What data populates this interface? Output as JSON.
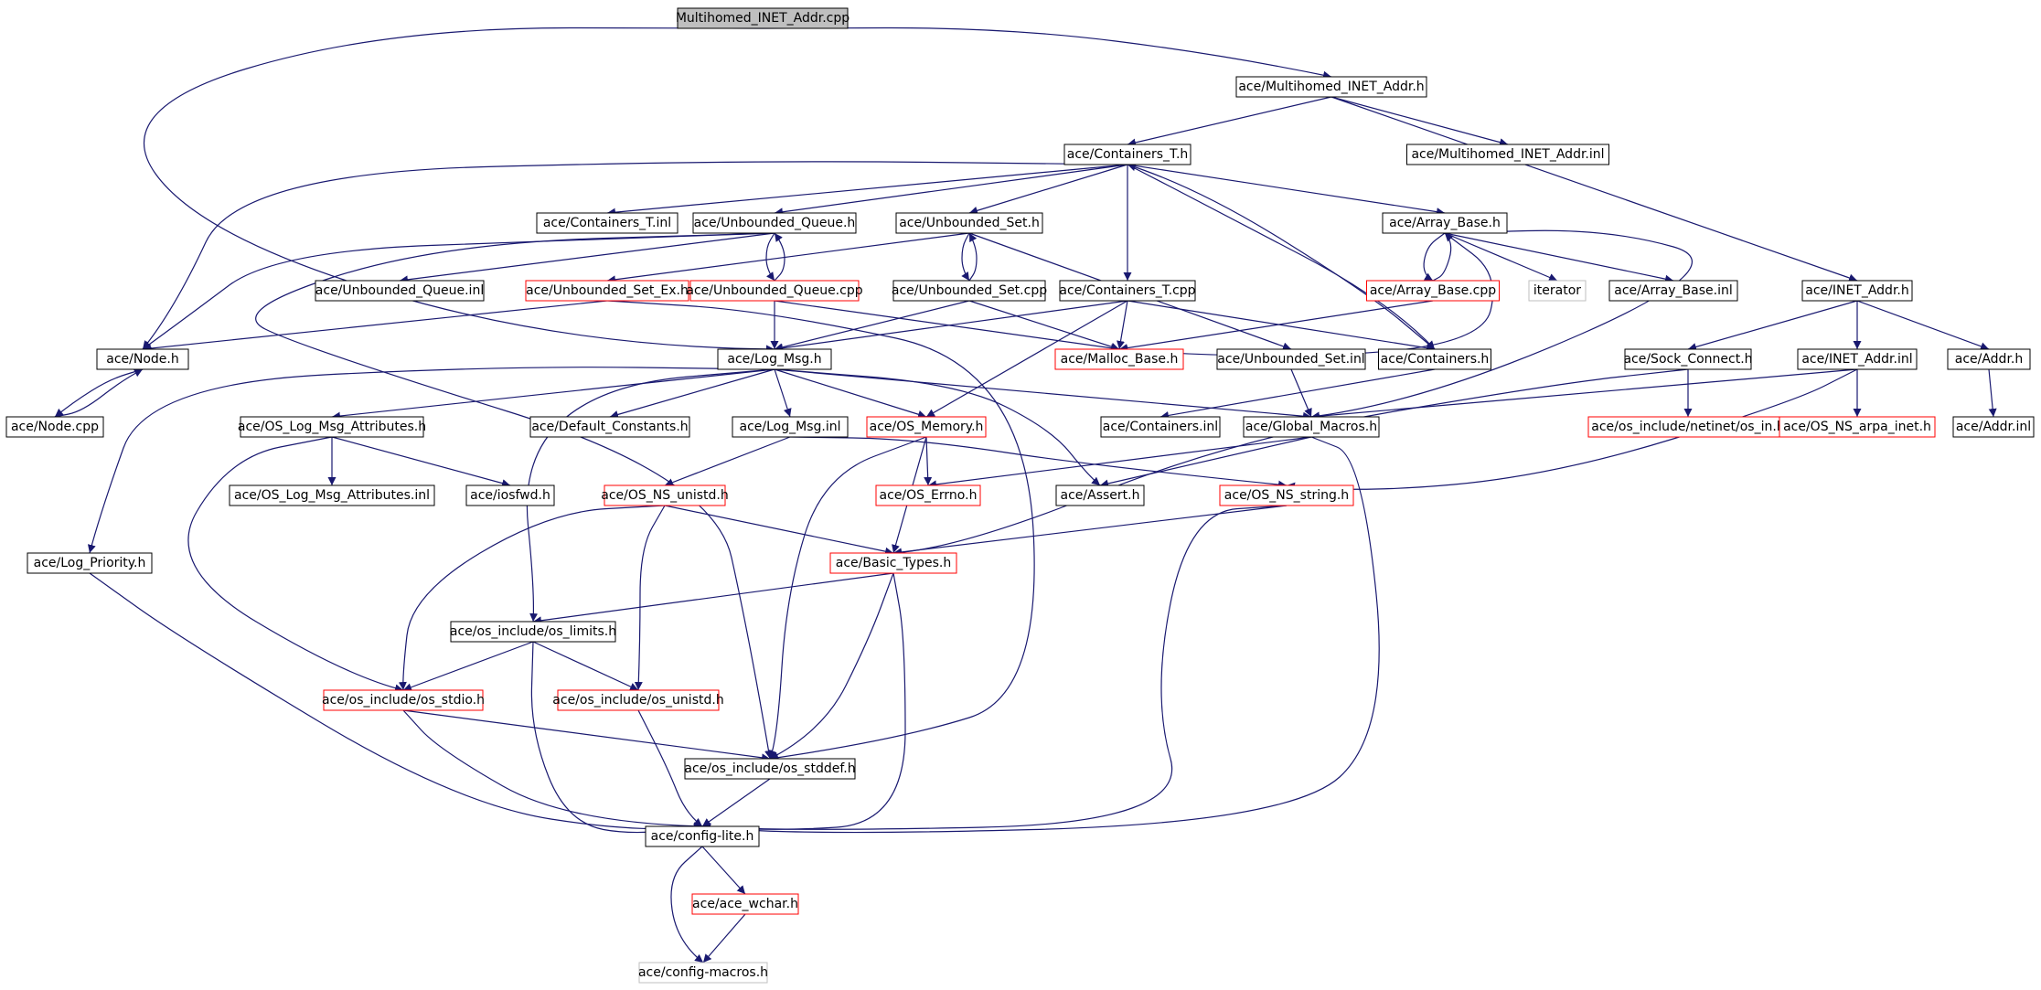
{
  "colors": {
    "edge": "#191970",
    "border_normal": "#000000",
    "border_incomplete": "#ff0000",
    "border_external": "#bfbfbf",
    "root_fill": "#bfbfbf",
    "node_fill": "#ffffff"
  },
  "nodes": [
    {
      "id": "multihomed_cpp",
      "label": "Multihomed_INET_Addr.cpp",
      "kind": "root"
    },
    {
      "id": "multihomed_h",
      "label": "ace/Multihomed_INET_Addr.h",
      "kind": "normal"
    },
    {
      "id": "containers_t_h",
      "label": "ace/Containers_T.h",
      "kind": "normal"
    },
    {
      "id": "multihomed_inl",
      "label": "ace/Multihomed_INET_Addr.inl",
      "kind": "normal"
    },
    {
      "id": "containers_t_inl",
      "label": "ace/Containers_T.inl",
      "kind": "normal"
    },
    {
      "id": "unbounded_queue_h",
      "label": "ace/Unbounded_Queue.h",
      "kind": "normal"
    },
    {
      "id": "unbounded_set_h",
      "label": "ace/Unbounded_Set.h",
      "kind": "normal"
    },
    {
      "id": "array_base_h",
      "label": "ace/Array_Base.h",
      "kind": "normal"
    },
    {
      "id": "unbounded_queue_inl",
      "label": "ace/Unbounded_Queue.inl",
      "kind": "normal"
    },
    {
      "id": "unbounded_set_ex_h",
      "label": "ace/Unbounded_Set_Ex.h",
      "kind": "incomplete"
    },
    {
      "id": "unbounded_queue_cpp",
      "label": "ace/Unbounded_Queue.cpp",
      "kind": "incomplete"
    },
    {
      "id": "unbounded_set_cpp",
      "label": "ace/Unbounded_Set.cpp",
      "kind": "normal"
    },
    {
      "id": "containers_t_cpp",
      "label": "ace/Containers_T.cpp",
      "kind": "normal"
    },
    {
      "id": "array_base_cpp",
      "label": "ace/Array_Base.cpp",
      "kind": "incomplete"
    },
    {
      "id": "iterator",
      "label": "iterator",
      "kind": "external"
    },
    {
      "id": "array_base_inl",
      "label": "ace/Array_Base.inl",
      "kind": "normal"
    },
    {
      "id": "inet_addr_h",
      "label": "ace/INET_Addr.h",
      "kind": "normal"
    },
    {
      "id": "node_h",
      "label": "ace/Node.h",
      "kind": "normal"
    },
    {
      "id": "log_msg_h",
      "label": "ace/Log_Msg.h",
      "kind": "normal"
    },
    {
      "id": "malloc_base_h",
      "label": "ace/Malloc_Base.h",
      "kind": "incomplete"
    },
    {
      "id": "unbounded_set_inl",
      "label": "ace/Unbounded_Set.inl",
      "kind": "normal"
    },
    {
      "id": "containers_h",
      "label": "ace/Containers.h",
      "kind": "normal"
    },
    {
      "id": "sock_connect_h",
      "label": "ace/Sock_Connect.h",
      "kind": "normal"
    },
    {
      "id": "inet_addr_inl",
      "label": "ace/INET_Addr.inl",
      "kind": "normal"
    },
    {
      "id": "addr_h",
      "label": "ace/Addr.h",
      "kind": "normal"
    },
    {
      "id": "node_cpp",
      "label": "ace/Node.cpp",
      "kind": "normal"
    },
    {
      "id": "os_log_msg_attr_h",
      "label": "ace/OS_Log_Msg_Attributes.h",
      "kind": "normal"
    },
    {
      "id": "default_constants_h",
      "label": "ace/Default_Constants.h",
      "kind": "normal"
    },
    {
      "id": "log_msg_inl",
      "label": "ace/Log_Msg.inl",
      "kind": "normal"
    },
    {
      "id": "os_memory_h",
      "label": "ace/OS_Memory.h",
      "kind": "incomplete"
    },
    {
      "id": "containers_inl",
      "label": "ace/Containers.inl",
      "kind": "normal"
    },
    {
      "id": "global_macros_h",
      "label": "ace/Global_Macros.h",
      "kind": "normal"
    },
    {
      "id": "os_in_h",
      "label": "ace/os_include/netinet/os_in.h",
      "kind": "incomplete"
    },
    {
      "id": "os_ns_arpa_inet_h",
      "label": "ace/OS_NS_arpa_inet.h",
      "kind": "incomplete"
    },
    {
      "id": "addr_inl",
      "label": "ace/Addr.inl",
      "kind": "normal"
    },
    {
      "id": "os_log_msg_attr_inl",
      "label": "ace/OS_Log_Msg_Attributes.inl",
      "kind": "normal"
    },
    {
      "id": "iosfwd_h",
      "label": "ace/iosfwd.h",
      "kind": "normal"
    },
    {
      "id": "os_ns_unistd_h",
      "label": "ace/OS_NS_unistd.h",
      "kind": "incomplete"
    },
    {
      "id": "os_errno_h",
      "label": "ace/OS_Errno.h",
      "kind": "incomplete"
    },
    {
      "id": "assert_h",
      "label": "ace/Assert.h",
      "kind": "normal"
    },
    {
      "id": "os_ns_string_h",
      "label": "ace/OS_NS_string.h",
      "kind": "incomplete"
    },
    {
      "id": "log_priority_h",
      "label": "ace/Log_Priority.h",
      "kind": "normal"
    },
    {
      "id": "basic_types_h",
      "label": "ace/Basic_Types.h",
      "kind": "incomplete"
    },
    {
      "id": "os_limits_h",
      "label": "ace/os_include/os_limits.h",
      "kind": "normal"
    },
    {
      "id": "os_stdio_h",
      "label": "ace/os_include/os_stdio.h",
      "kind": "incomplete"
    },
    {
      "id": "os_unistd_h",
      "label": "ace/os_include/os_unistd.h",
      "kind": "incomplete"
    },
    {
      "id": "os_stddef_h",
      "label": "ace/os_include/os_stddef.h",
      "kind": "normal"
    },
    {
      "id": "config_lite_h",
      "label": "ace/config-lite.h",
      "kind": "normal"
    },
    {
      "id": "ace_wchar_h",
      "label": "ace/ace_wchar.h",
      "kind": "incomplete"
    },
    {
      "id": "config_macros_h",
      "label": "ace/config-macros.h",
      "kind": "external"
    }
  ],
  "edges": [
    [
      "multihomed_cpp",
      "multihomed_h"
    ],
    [
      "multihomed_cpp",
      "log_msg_h"
    ],
    [
      "multihomed_h",
      "containers_t_h"
    ],
    [
      "multihomed_h",
      "multihomed_inl"
    ],
    [
      "multihomed_h",
      "inet_addr_h"
    ],
    [
      "containers_t_h",
      "containers_t_inl"
    ],
    [
      "containers_t_h",
      "unbounded_queue_h"
    ],
    [
      "containers_t_h",
      "unbounded_set_h"
    ],
    [
      "containers_t_h",
      "array_base_h"
    ],
    [
      "containers_t_h",
      "containers_t_cpp"
    ],
    [
      "containers_t_h",
      "containers_h"
    ],
    [
      "containers_t_h",
      "node_h"
    ],
    [
      "unbounded_queue_h",
      "unbounded_queue_inl"
    ],
    [
      "unbounded_queue_h",
      "unbounded_queue_cpp"
    ],
    [
      "unbounded_queue_h",
      "node_h"
    ],
    [
      "unbounded_queue_h",
      "os_stddef_h"
    ],
    [
      "unbounded_queue_cpp",
      "unbounded_queue_h"
    ],
    [
      "unbounded_queue_cpp",
      "log_msg_h"
    ],
    [
      "unbounded_queue_cpp",
      "malloc_base_h"
    ],
    [
      "unbounded_set_h",
      "unbounded_set_ex_h"
    ],
    [
      "unbounded_set_h",
      "unbounded_set_cpp"
    ],
    [
      "unbounded_set_h",
      "unbounded_set_inl"
    ],
    [
      "unbounded_set_cpp",
      "unbounded_set_h"
    ],
    [
      "unbounded_set_cpp",
      "log_msg_h"
    ],
    [
      "unbounded_set_cpp",
      "malloc_base_h"
    ],
    [
      "unbounded_set_ex_h",
      "node_h"
    ],
    [
      "unbounded_set_ex_h",
      "os_stddef_h"
    ],
    [
      "containers_t_cpp",
      "log_msg_h"
    ],
    [
      "containers_t_cpp",
      "malloc_base_h"
    ],
    [
      "containers_t_cpp",
      "containers_h"
    ],
    [
      "containers_t_cpp",
      "os_memory_h"
    ],
    [
      "containers_h",
      "containers_t_h"
    ],
    [
      "containers_h",
      "containers_inl"
    ],
    [
      "array_base_h",
      "array_base_cpp"
    ],
    [
      "array_base_h",
      "iterator"
    ],
    [
      "array_base_h",
      "array_base_inl"
    ],
    [
      "array_base_h",
      "malloc_base_h"
    ],
    [
      "array_base_h",
      "global_macros_h"
    ],
    [
      "array_base_cpp",
      "array_base_h"
    ],
    [
      "array_base_cpp",
      "malloc_base_h"
    ],
    [
      "node_h",
      "node_cpp"
    ],
    [
      "node_cpp",
      "node_h"
    ],
    [
      "unbounded_set_inl",
      "global_macros_h"
    ],
    [
      "inet_addr_h",
      "sock_connect_h"
    ],
    [
      "inet_addr_h",
      "inet_addr_inl"
    ],
    [
      "inet_addr_h",
      "addr_h"
    ],
    [
      "inet_addr_inl",
      "global_macros_h"
    ],
    [
      "inet_addr_inl",
      "os_ns_arpa_inet_h"
    ],
    [
      "inet_addr_inl",
      "os_ns_string_h"
    ],
    [
      "sock_connect_h",
      "os_in_h"
    ],
    [
      "sock_connect_h",
      "basic_types_h"
    ],
    [
      "addr_h",
      "addr_inl"
    ],
    [
      "log_msg_h",
      "os_log_msg_attr_h"
    ],
    [
      "log_msg_h",
      "default_constants_h"
    ],
    [
      "log_msg_h",
      "log_msg_inl"
    ],
    [
      "log_msg_h",
      "os_memory_h"
    ],
    [
      "log_msg_h",
      "global_macros_h"
    ],
    [
      "log_msg_h",
      "assert_h"
    ],
    [
      "log_msg_h",
      "log_priority_h"
    ],
    [
      "log_msg_h",
      "os_limits_h"
    ],
    [
      "log_msg_inl",
      "os_ns_unistd_h"
    ],
    [
      "log_msg_inl",
      "os_ns_string_h"
    ],
    [
      "os_log_msg_attr_h",
      "os_log_msg_attr_inl"
    ],
    [
      "os_log_msg_attr_h",
      "iosfwd_h"
    ],
    [
      "os_log_msg_attr_h",
      "os_stdio_h"
    ],
    [
      "os_memory_h",
      "os_errno_h"
    ],
    [
      "os_memory_h",
      "basic_types_h"
    ],
    [
      "os_memory_h",
      "os_stddef_h"
    ],
    [
      "global_macros_h",
      "os_errno_h"
    ],
    [
      "global_macros_h",
      "assert_h"
    ],
    [
      "global_macros_h",
      "config_lite_h"
    ],
    [
      "os_ns_unistd_h",
      "basic_types_h"
    ],
    [
      "os_ns_unistd_h",
      "os_unistd_h"
    ],
    [
      "os_ns_unistd_h",
      "os_stdio_h"
    ],
    [
      "os_ns_string_h",
      "basic_types_h"
    ],
    [
      "os_ns_string_h",
      "config_lite_h"
    ],
    [
      "basic_types_h",
      "os_limits_h"
    ],
    [
      "basic_types_h",
      "os_stddef_h"
    ],
    [
      "basic_types_h",
      "config_lite_h"
    ],
    [
      "os_limits_h",
      "os_stdio_h"
    ],
    [
      "os_limits_h",
      "os_unistd_h"
    ],
    [
      "os_limits_h",
      "config_lite_h"
    ],
    [
      "os_stdio_h",
      "os_stddef_h"
    ],
    [
      "os_stdio_h",
      "config_lite_h"
    ],
    [
      "os_unistd_h",
      "config_lite_h"
    ],
    [
      "os_stddef_h",
      "config_lite_h"
    ],
    [
      "log_priority_h",
      "config_lite_h"
    ],
    [
      "config_lite_h",
      "ace_wchar_h"
    ],
    [
      "config_lite_h",
      "config_macros_h"
    ],
    [
      "ace_wchar_h",
      "config_macros_h"
    ]
  ]
}
